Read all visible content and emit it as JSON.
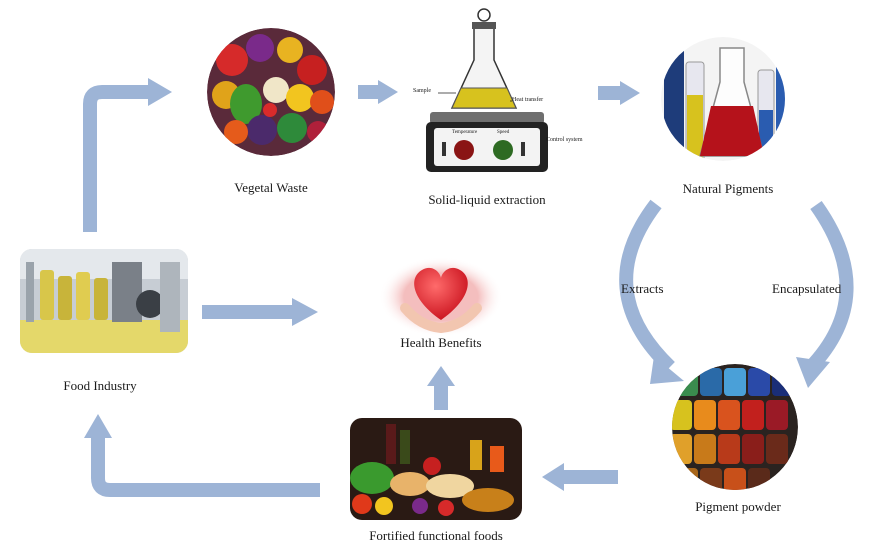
{
  "nodes": {
    "vegetal_waste": "Vegetal Waste",
    "extraction": "Solid-liquid extraction",
    "natural_pigments": "Natural Pigments",
    "pigment_powder": "Pigment powder",
    "fortified_foods": "Fortified functional foods",
    "health_benefits": "Health Benefits",
    "food_industry": "Food Industry"
  },
  "edges": {
    "extracts": "Extracts",
    "encapsulated": "Encapsulated"
  },
  "extraction_apparatus": {
    "sample": "Sample",
    "heat_transfer": "Heat transfer",
    "control_system": "Control system",
    "temperature": "Temperature",
    "speed": "Speed"
  },
  "colors": {
    "arrow": "#9db4d6",
    "liquid_red": "#b5121b",
    "liquid_yellow": "#d7c21e",
    "liquid_green": "#3a7b2c"
  },
  "icons": [
    "vegetables-icon",
    "extraction-apparatus-icon",
    "flask-icon",
    "pigment-jars-icon",
    "food-assortment-icon",
    "heart-hands-icon",
    "factory-icon"
  ]
}
